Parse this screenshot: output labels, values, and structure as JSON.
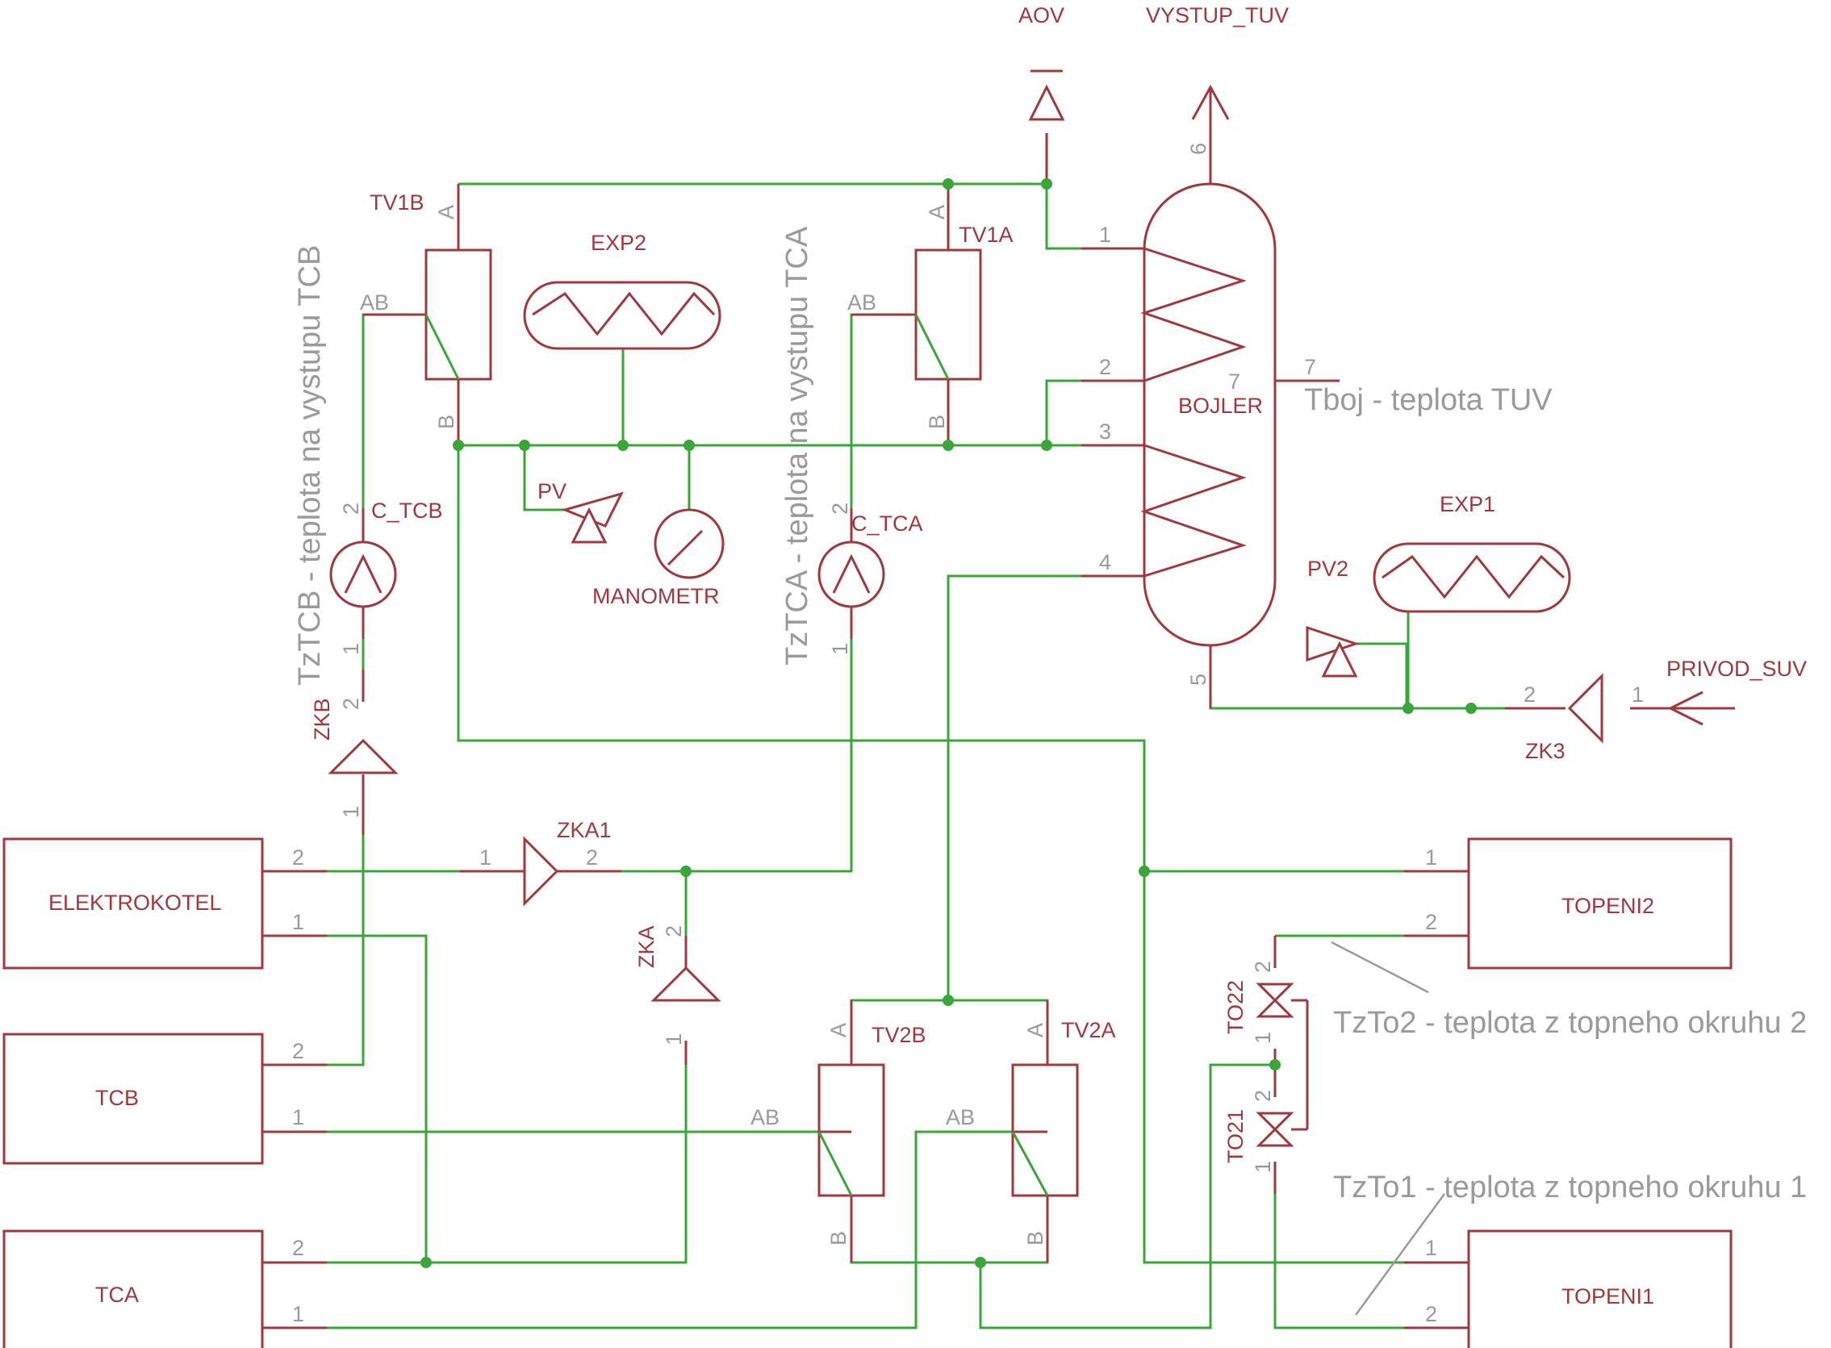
{
  "components": {
    "aov": "AOV",
    "vystup_tuv": "VYSTUP_TUV",
    "privod_suv": "PRIVOD_SUV",
    "bojler": "BOJLER",
    "exp1": "EXP1",
    "exp2": "EXP2",
    "pv": "PV",
    "pv2": "PV2",
    "manometr": "MANOMETR",
    "tv1a": "TV1A",
    "tv1b": "TV1B",
    "tv2a": "TV2A",
    "tv2b": "TV2B",
    "c_tca": "C_TCA",
    "c_tcb": "C_TCB",
    "zka": "ZKA",
    "zka1": "ZKA1",
    "zkb": "ZKB",
    "zk3": "ZK3",
    "to21": "TO21",
    "to22": "TO22",
    "elektrokotel": "ELEKTROKOTEL",
    "tcb": "TCB",
    "tca": "TCA",
    "topeni1": "TOPENI1",
    "topeni2": "TOPENI2"
  },
  "pins": {
    "a": "A",
    "b": "B",
    "ab": "AB",
    "p1": "1",
    "p2": "2",
    "p3": "3",
    "p4": "4",
    "p5": "5",
    "p6": "6",
    "p7": "7"
  },
  "notes": {
    "tztcb": "TzTCB - teplota na vystupu TCB",
    "tztca": "TzTCA - teplota na vystupu TCA",
    "tboj": "Tboj - teplota TUV",
    "tzto2": "TzTo2 - teplota z topneho okruhu 2",
    "tzto1": "TzTo1 - teplota z topneho okruhu 1"
  },
  "colors": {
    "symbol": "#a0393d",
    "wire": "#3aa63a",
    "pin_label": "#9a9a9a"
  }
}
